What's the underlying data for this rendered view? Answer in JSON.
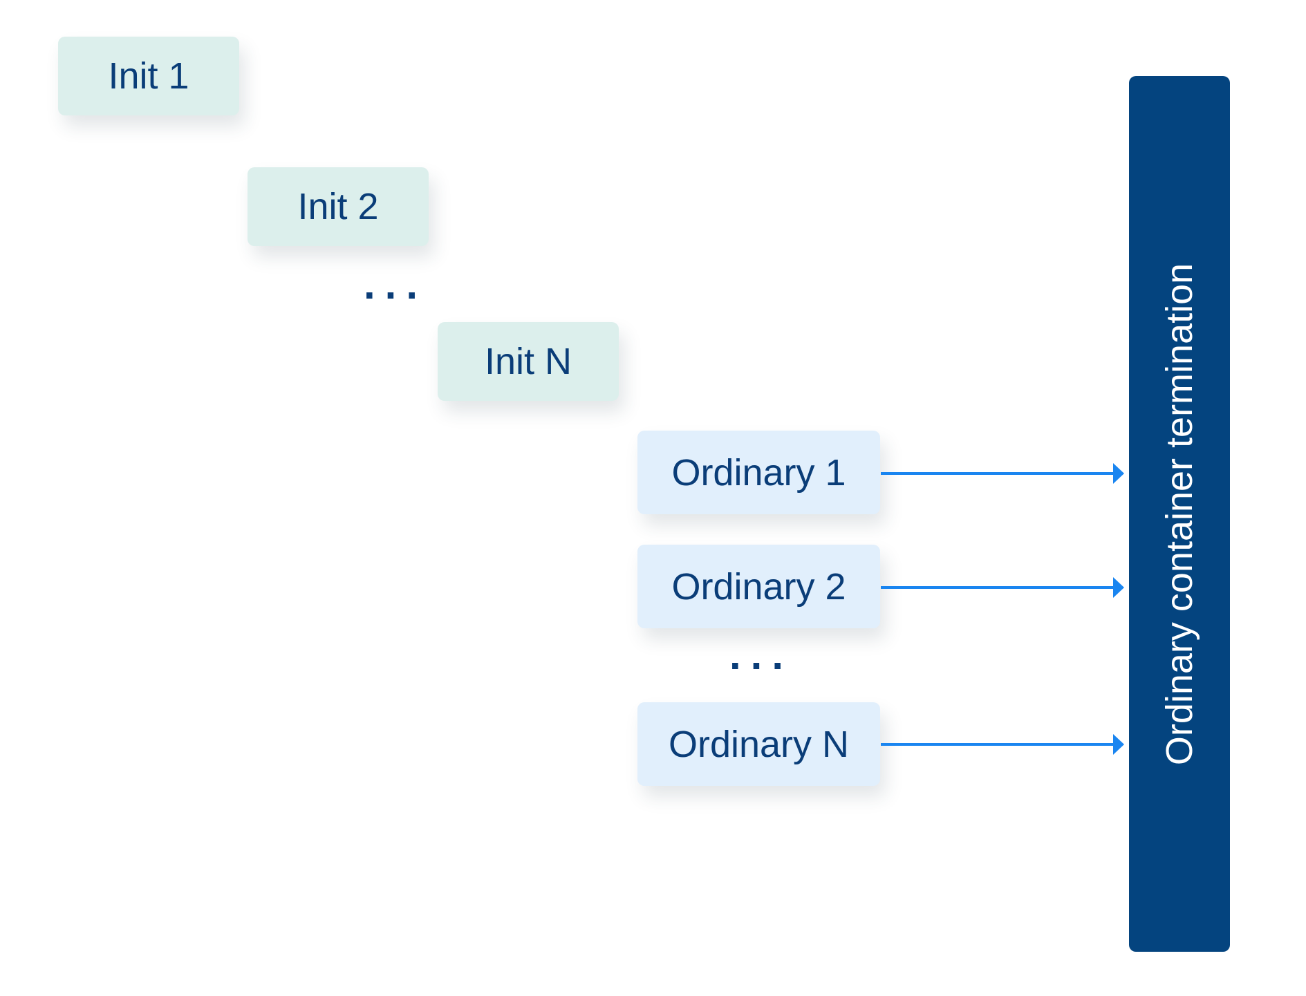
{
  "init_containers": [
    {
      "label": "Init 1"
    },
    {
      "label": "Init 2"
    },
    {
      "label": "Init N"
    }
  ],
  "init_ellipsis": "...",
  "ordinary_containers": [
    {
      "label": "Ordinary 1"
    },
    {
      "label": "Ordinary 2"
    },
    {
      "label": "Ordinary N"
    }
  ],
  "ordinary_ellipsis": "...",
  "termination": {
    "label": "Ordinary container termination"
  },
  "colors": {
    "init_fill": "#dcefec",
    "ordinary_fill": "#e1effc",
    "text": "#0a3d78",
    "termination_fill": "#04447f",
    "arrow": "#1a85f0"
  }
}
